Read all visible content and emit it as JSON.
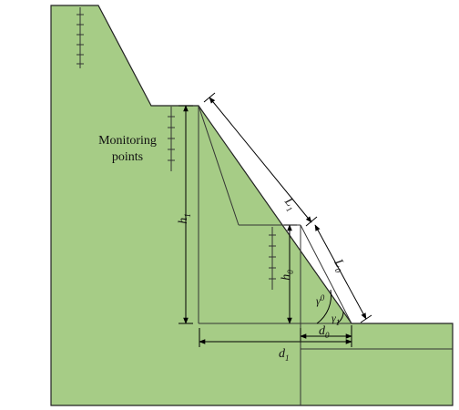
{
  "colors": {
    "slope_fill": "#a6cc86",
    "outline": "#222222",
    "line": "#000000"
  },
  "monitoring_label": [
    "Monitoring",
    "points"
  ],
  "labels": {
    "h1": {
      "main": "h",
      "sub": "1"
    },
    "h0": {
      "main": "h",
      "sub": "0"
    },
    "L1": {
      "main": "L",
      "sub": "1"
    },
    "L0": {
      "main": "L",
      "sub": "0"
    },
    "d1": {
      "main": "d",
      "sub": "1"
    },
    "d0": {
      "main": "d",
      "sub": "0"
    },
    "gamma0": {
      "main": "γ",
      "sub": "0"
    },
    "gamma1": {
      "main": "γ",
      "sub": "1"
    }
  }
}
